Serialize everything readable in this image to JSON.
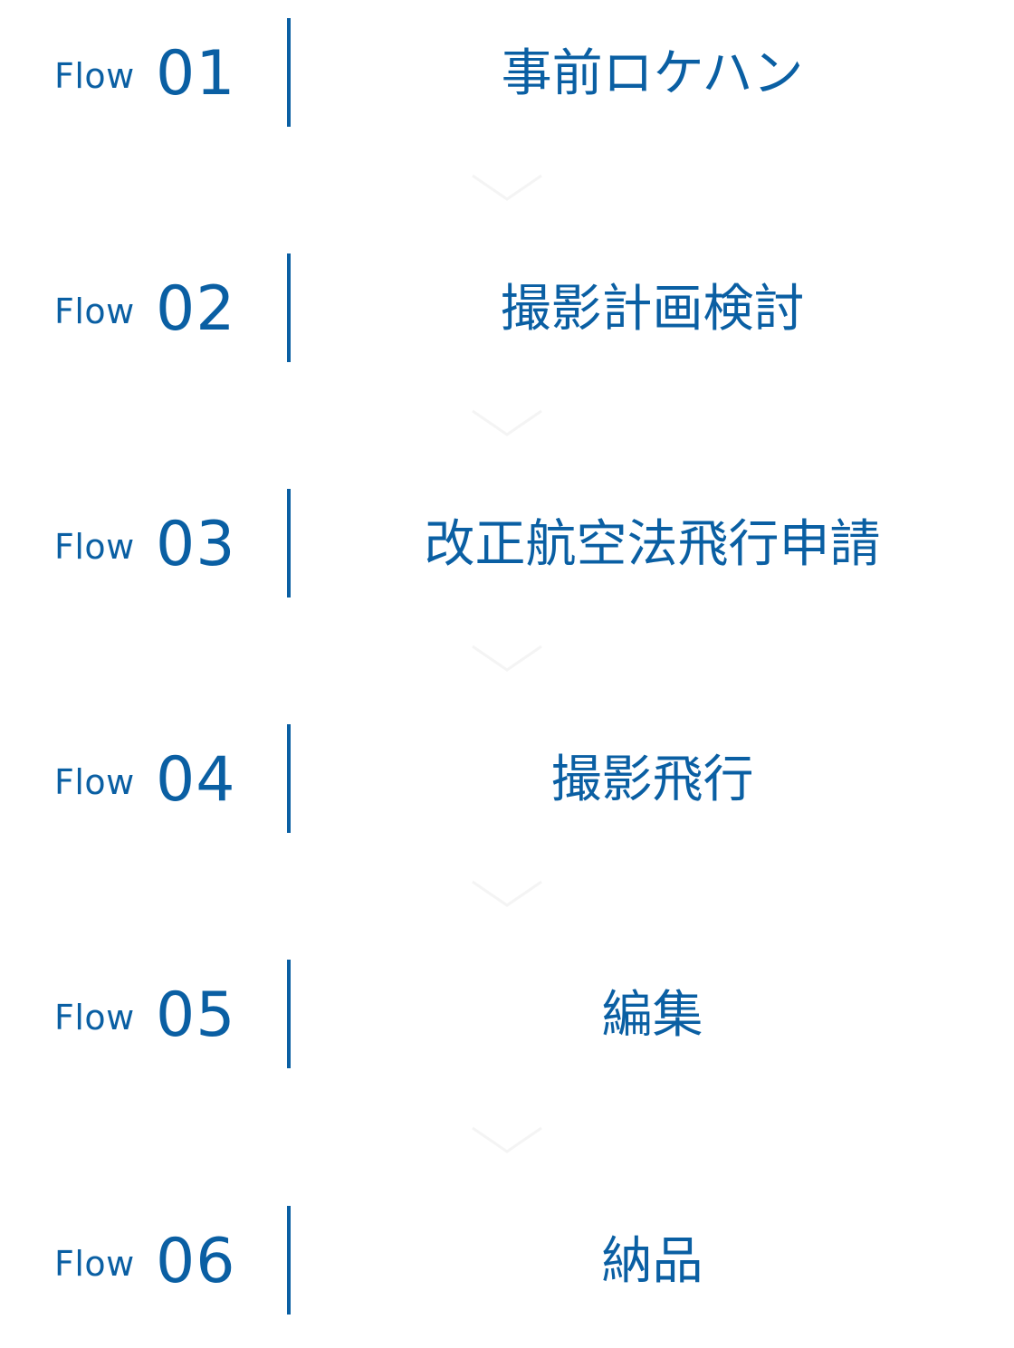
{
  "accent_color": "#0a5fa3",
  "arrow_color": "#f4f4f4",
  "arrow_icon": "chevron-down-icon",
  "steps": [
    {
      "label": "Flow",
      "number": "01",
      "title": "事前ロケハン"
    },
    {
      "label": "Flow",
      "number": "02",
      "title": "撮影計画検討"
    },
    {
      "label": "Flow",
      "number": "03",
      "title": "改正航空法飛行申請"
    },
    {
      "label": "Flow",
      "number": "04",
      "title": "撮影飛行"
    },
    {
      "label": "Flow",
      "number": "05",
      "title": "編集"
    },
    {
      "label": "Flow",
      "number": "06",
      "title": "納品"
    }
  ]
}
